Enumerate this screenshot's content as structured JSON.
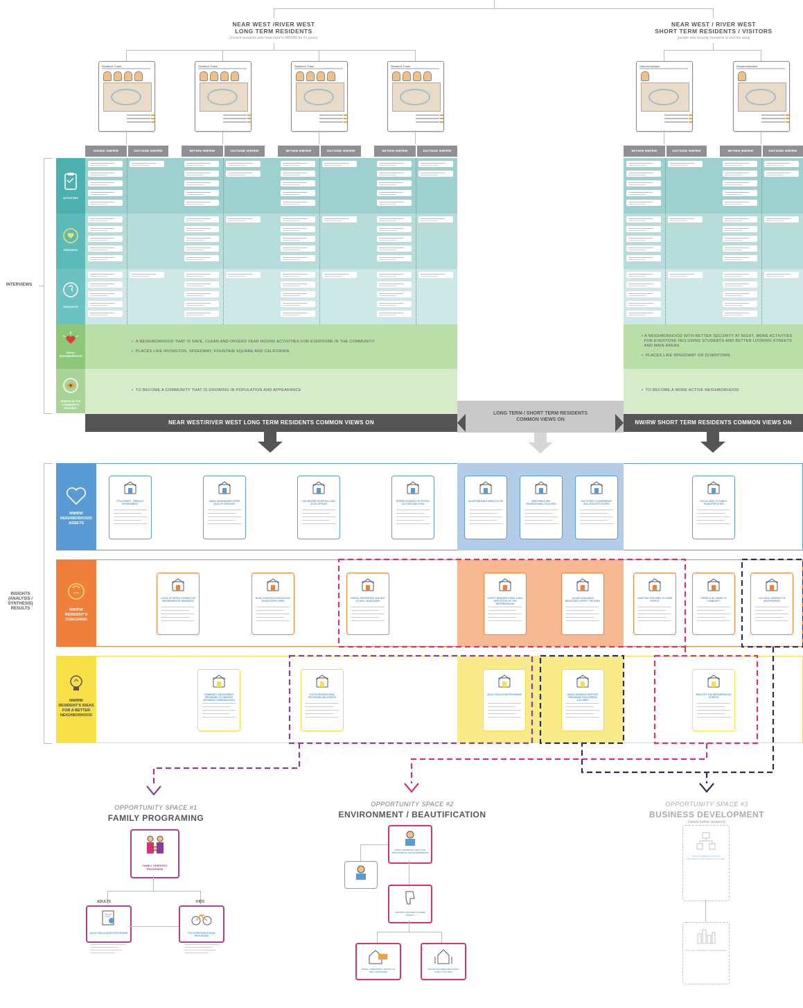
{
  "top": {
    "group_long": {
      "title_1": "NEAR WEST /RIVER WEST",
      "title_2": "LONG TERM RESIDENTS",
      "sub": "(current residents who have lived in NW/RW for 5+ years)"
    },
    "group_short": {
      "title_1": "NEAR WEST / RIVER WEST",
      "title_2": "SHORT TERM RESIDENTS / VISITORS",
      "sub": "(people who recently moved in or visit the area)"
    }
  },
  "personas": [
    {
      "name": "Resident: Frank"
    },
    {
      "name": "Resident: Frank"
    },
    {
      "name": "Resident: Frank"
    },
    {
      "name": "Resident: Frank"
    },
    {
      "name": "Visitor/employee"
    },
    {
      "name": "Resident/student"
    }
  ],
  "column_headers": {
    "inside": "INSIDE NW/RW",
    "within": "WITHIN NW/RW",
    "outside": "OUTSIDE NW/RW"
  },
  "row_labels": {
    "activities": "ACTIVITIES",
    "feelings": "FEELINGS",
    "thoughts": "THOUGHTS",
    "ideal": "IDEAL NEIGHBORHOOD",
    "where": "WHERE IS THE COMMUNITY HEADED?"
  },
  "side_labels": {
    "interviews": "INTERVIEWS",
    "insights_1": "INSIGHTS",
    "insights_2": "(ANALYSIS /",
    "insights_3": "SYNTHESIS)",
    "insights_4": "RESULTS"
  },
  "ideal": {
    "long_1": "A NEIGHBORHOOD THAT IS SAFE, CLEAN AND OFFERS YEAR ROUND ACTIVITIES FOR EVERYONE IN THE COMMUNITY",
    "long_2": "PLACES LIKE IRVINGTON, SPEEDWAY, FOUNTAIN SQUARE AND CALIFORNIA",
    "short_1": "A NEIGHBORHOOD WITH BETTER SECURITY AT NIGHT, MORE ACTIVITIES",
    "short_1b": "FOR EVERYONE INCLUDING STUDENTS AND BETTER LOOKING STREETS",
    "short_1c": "AND MAIN AREAS",
    "short_2": "PLACES LIKE SPEEDWAY OR DOWNTOWN"
  },
  "where": {
    "long": "TO BECOME A COMMUNITY THAT IS GROWING IN POPULATION AND APPEARANCE",
    "short": "TO BECOME A MORE ACTIVE NEIGHBORHOOD"
  },
  "common_views": {
    "long": "NEAR WEST/RIVER WEST LONG TERM RESIDENTS COMMON VIEWS ON",
    "both_1": "LONG TERM / SHORT TERM RESIDENTS",
    "both_2": "COMMON VIEWS ON",
    "short": "NW/RW SHORT TERM RESIDENTS COMMON VIEWS ON"
  },
  "sections": {
    "assets": "NW/RW NEIGHBORHOOD ASSETS",
    "concerns": "NW/RW RESIDENT'S CONCERNS",
    "ideas": "NW/RW RESIDENT'S IDEAS FOR A BETTER NEIGHBORHOOD"
  },
  "assets_cards": [
    {
      "title": "IT'S A FAMILY - FRIENDLY ENVIRONMENT"
    },
    {
      "title": "SMALL BUSINESSES OFFER QUALITY SERVICES"
    },
    {
      "title": "HAS NEARBY HOSPITALS AND GOOD OFFICES"
    },
    {
      "title": "OFFERS DIVERSITY IN PEOPLE, CULTURE AND FOOD"
    },
    {
      "title": "AN AFFORDABLE AREA TO LIVE"
    },
    {
      "title": "BIKE PARKS AND RECREATIONAL FACILITIES"
    },
    {
      "title": "HAS PLENTY CONVENIENCE AND GROCERY STORES"
    },
    {
      "title": "HAS ACCESS TO PUBLIC TRANSPORTATION"
    }
  ],
  "concern_cards": [
    {
      "title": "LACKS OF RETAIL STORES FOR NEIGHBORHOOD RESIDENTS"
    },
    {
      "title": "ROAD CONSTRUCTION BLOCKS ROADS EVERY AREA"
    },
    {
      "title": "RENTAL PROPERTIES ARE NOT AS WELL MAINTAINED"
    },
    {
      "title": "SAFETY RESIDENTS FEEL A BAD REPUTATION OF THE NEIGHBORHOOD"
    },
    {
      "title": "VACANT BUILDINGS NEGATIVELY AFFECT THE AREA"
    },
    {
      "title": "UNATTRACTIVE AREA TO SOME PEOPLE"
    },
    {
      "title": "THERE IS NO SENSE OF COMMUNITY"
    },
    {
      "title": "CULTURAL DIVERSITY IS DISAPPEARING"
    }
  ],
  "idea_cards": [
    {
      "title": "COMMUNITY ENGAGEMENT PROGRAMS TO ENHANCE NEIGHBOR COMMUNICATION"
    },
    {
      "title": "YOUTH RECREATIONAL PROGRAMS AND EVENTS"
    },
    {
      "title": "ADULT EDUCATION PROGRAMS"
    },
    {
      "title": "SMALL BUSINESS SUPPORT PROGRAMS FOR DIVERSE CULTURES"
    },
    {
      "title": "BEAUTIFY THE NEIGHBORHOOD STREETS"
    }
  ],
  "opportunities": {
    "one": {
      "num": "OPPORTUNITY SPACE #1",
      "title": "FAMILY PROGRAMING",
      "center": "FAMILY ORIENTED PROGRAMS",
      "adults": "ADULTS",
      "kids": "KIDS",
      "adult_card": "ADULT EDUCATION PROGRAMS",
      "kid_card": "YOUTH RECREATIONAL PROGRAMS"
    },
    "two": {
      "num": "OPPORTUNITY SPACE #2",
      "title": "ENVIRONMENT /  BEAUTIFICATION"
    },
    "three": {
      "num": "OPPORTUNITY SPACE #3",
      "title": "BUSINESS DEVELOPMENT",
      "sub": "(needs further research)"
    }
  },
  "colors": {
    "teal": "#9dd0cf",
    "teal_dark": "#4bb0ae",
    "green": "#b9dea8",
    "green_light": "#d5ebc9",
    "blue": "#5b9bd5",
    "orange": "#f07f3c",
    "yellow": "#f7e048",
    "magenta": "#d6336c",
    "purple": "#8e3a9d",
    "navy": "#2b2b5e"
  }
}
